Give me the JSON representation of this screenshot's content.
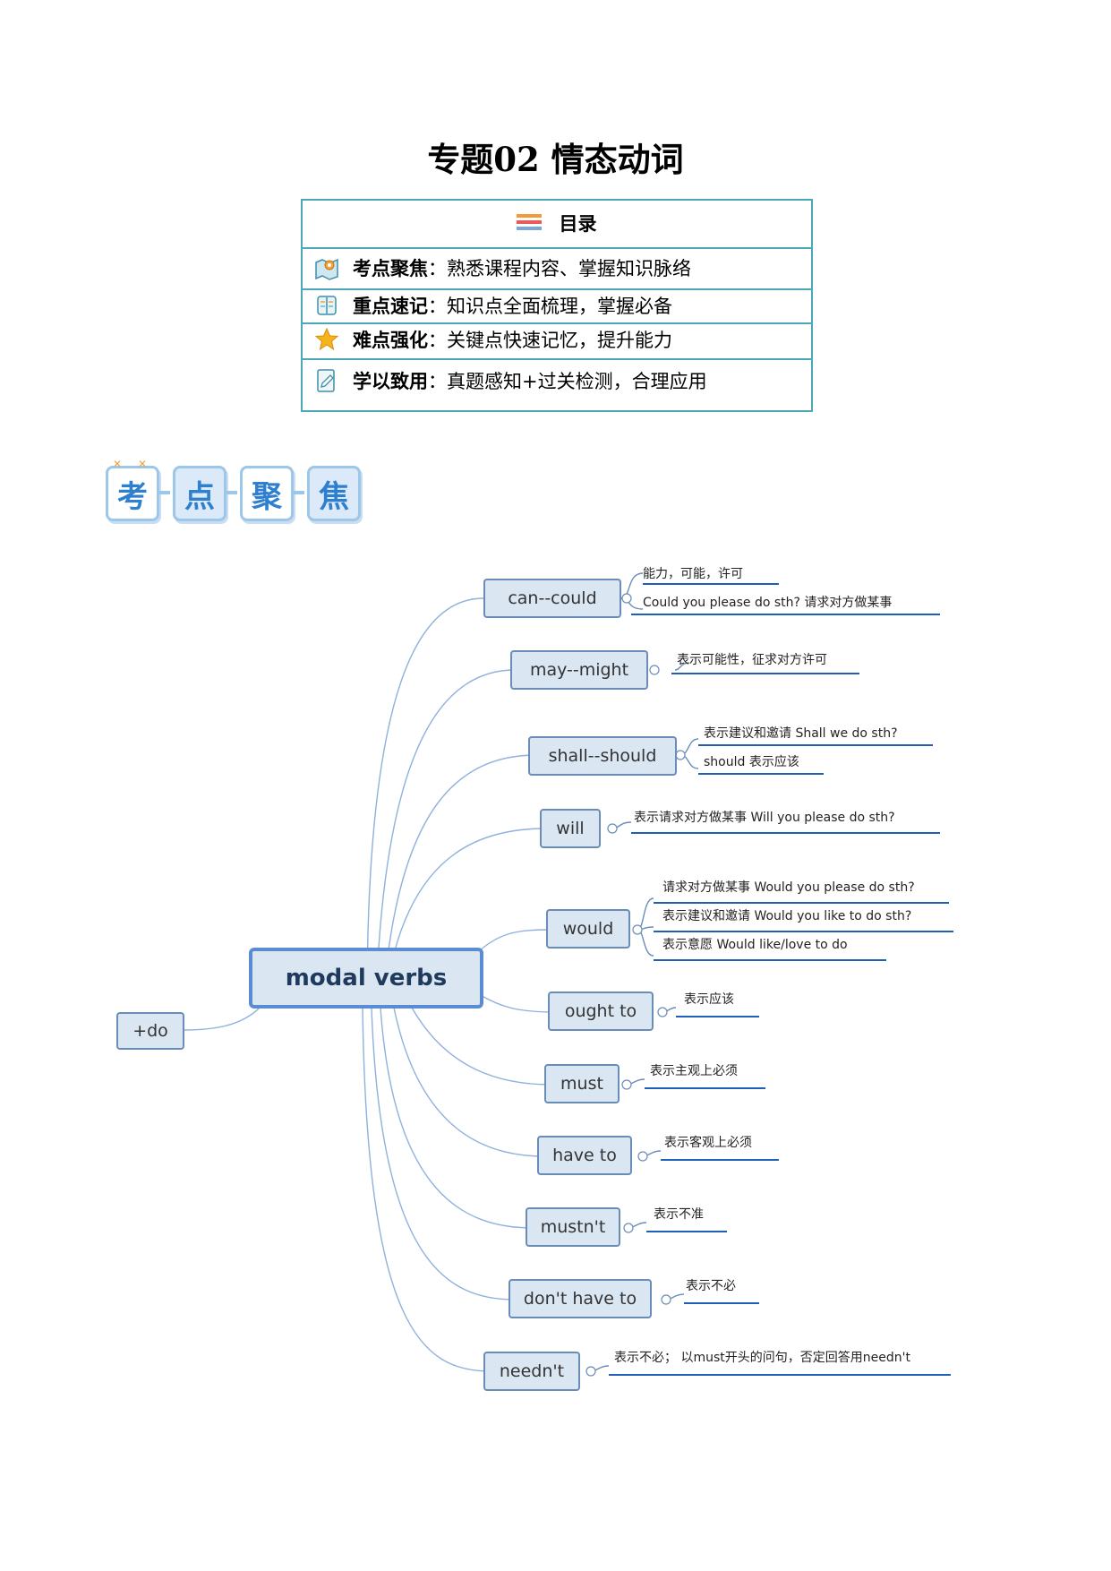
{
  "title": "专题02 情态动词",
  "toc": {
    "heading": "目录",
    "items": [
      {
        "icon": "map-pin-icon",
        "label": "考点聚焦",
        "text": "：熟悉课程内容、掌握知识脉络"
      },
      {
        "icon": "book-icon",
        "label": "重点速记",
        "text": "：知识点全面梳理，掌握必备"
      },
      {
        "icon": "star-icon",
        "label": "难点强化",
        "text": "：关键点快速记忆，提升能力"
      },
      {
        "icon": "edit-note-icon",
        "label": "学以致用",
        "text": "：真题感知+过关检测，合理应用"
      }
    ]
  },
  "badge": [
    "考",
    "点",
    "聚",
    "焦"
  ],
  "mindmap": {
    "central": "modal verbs",
    "left": "+do",
    "branches": [
      {
        "label": "can--could",
        "notes": [
          "能力，可能，许可",
          "Could you please do sth?    请求对方做某事"
        ]
      },
      {
        "label": "may--might",
        "notes": [
          "表示可能性，征求对方许可"
        ]
      },
      {
        "label": "shall--should",
        "notes": [
          "表示建议和邀请  Shall we do sth?",
          "should 表示应该"
        ]
      },
      {
        "label": "will",
        "notes": [
          "表示请求对方做某事  Will you please do sth?"
        ]
      },
      {
        "label": "would",
        "notes": [
          "请求对方做某事 Would you please do sth?",
          "表示建议和邀请  Would you like to do sth?",
          "表示意愿  Would like/love to do"
        ]
      },
      {
        "label": "ought to",
        "notes": [
          "表示应该"
        ]
      },
      {
        "label": "must",
        "notes": [
          "表示主观上必须"
        ]
      },
      {
        "label": "have to",
        "notes": [
          "表示客观上必须"
        ]
      },
      {
        "label": "mustn't",
        "notes": [
          "表示不准"
        ]
      },
      {
        "label": "don't have to",
        "notes": [
          "表示不必"
        ]
      },
      {
        "label": "needn't",
        "notes": [
          "表示不必；  以must开头的问句，否定回答用needn't"
        ]
      }
    ]
  }
}
